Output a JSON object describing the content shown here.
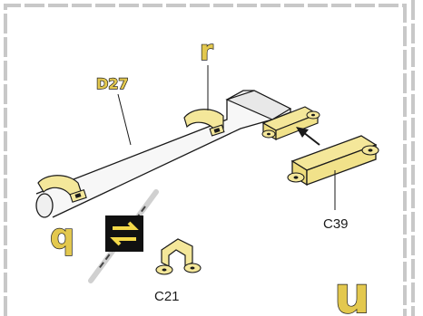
{
  "labels": {
    "part_wire": "D27",
    "clip_top": "r",
    "clip_left": "q",
    "connector": "C39",
    "bracket": "C21",
    "panel_letter": "u"
  },
  "icons": {
    "swap": "swap-arrows-icon",
    "insert_arrow": "arrow-up-left-icon"
  },
  "colors": {
    "part_yellow": "#f4e79a",
    "label_yellow": "#e3c84e",
    "border_gray": "#c8c8c8",
    "ink": "#1a1a1a"
  }
}
